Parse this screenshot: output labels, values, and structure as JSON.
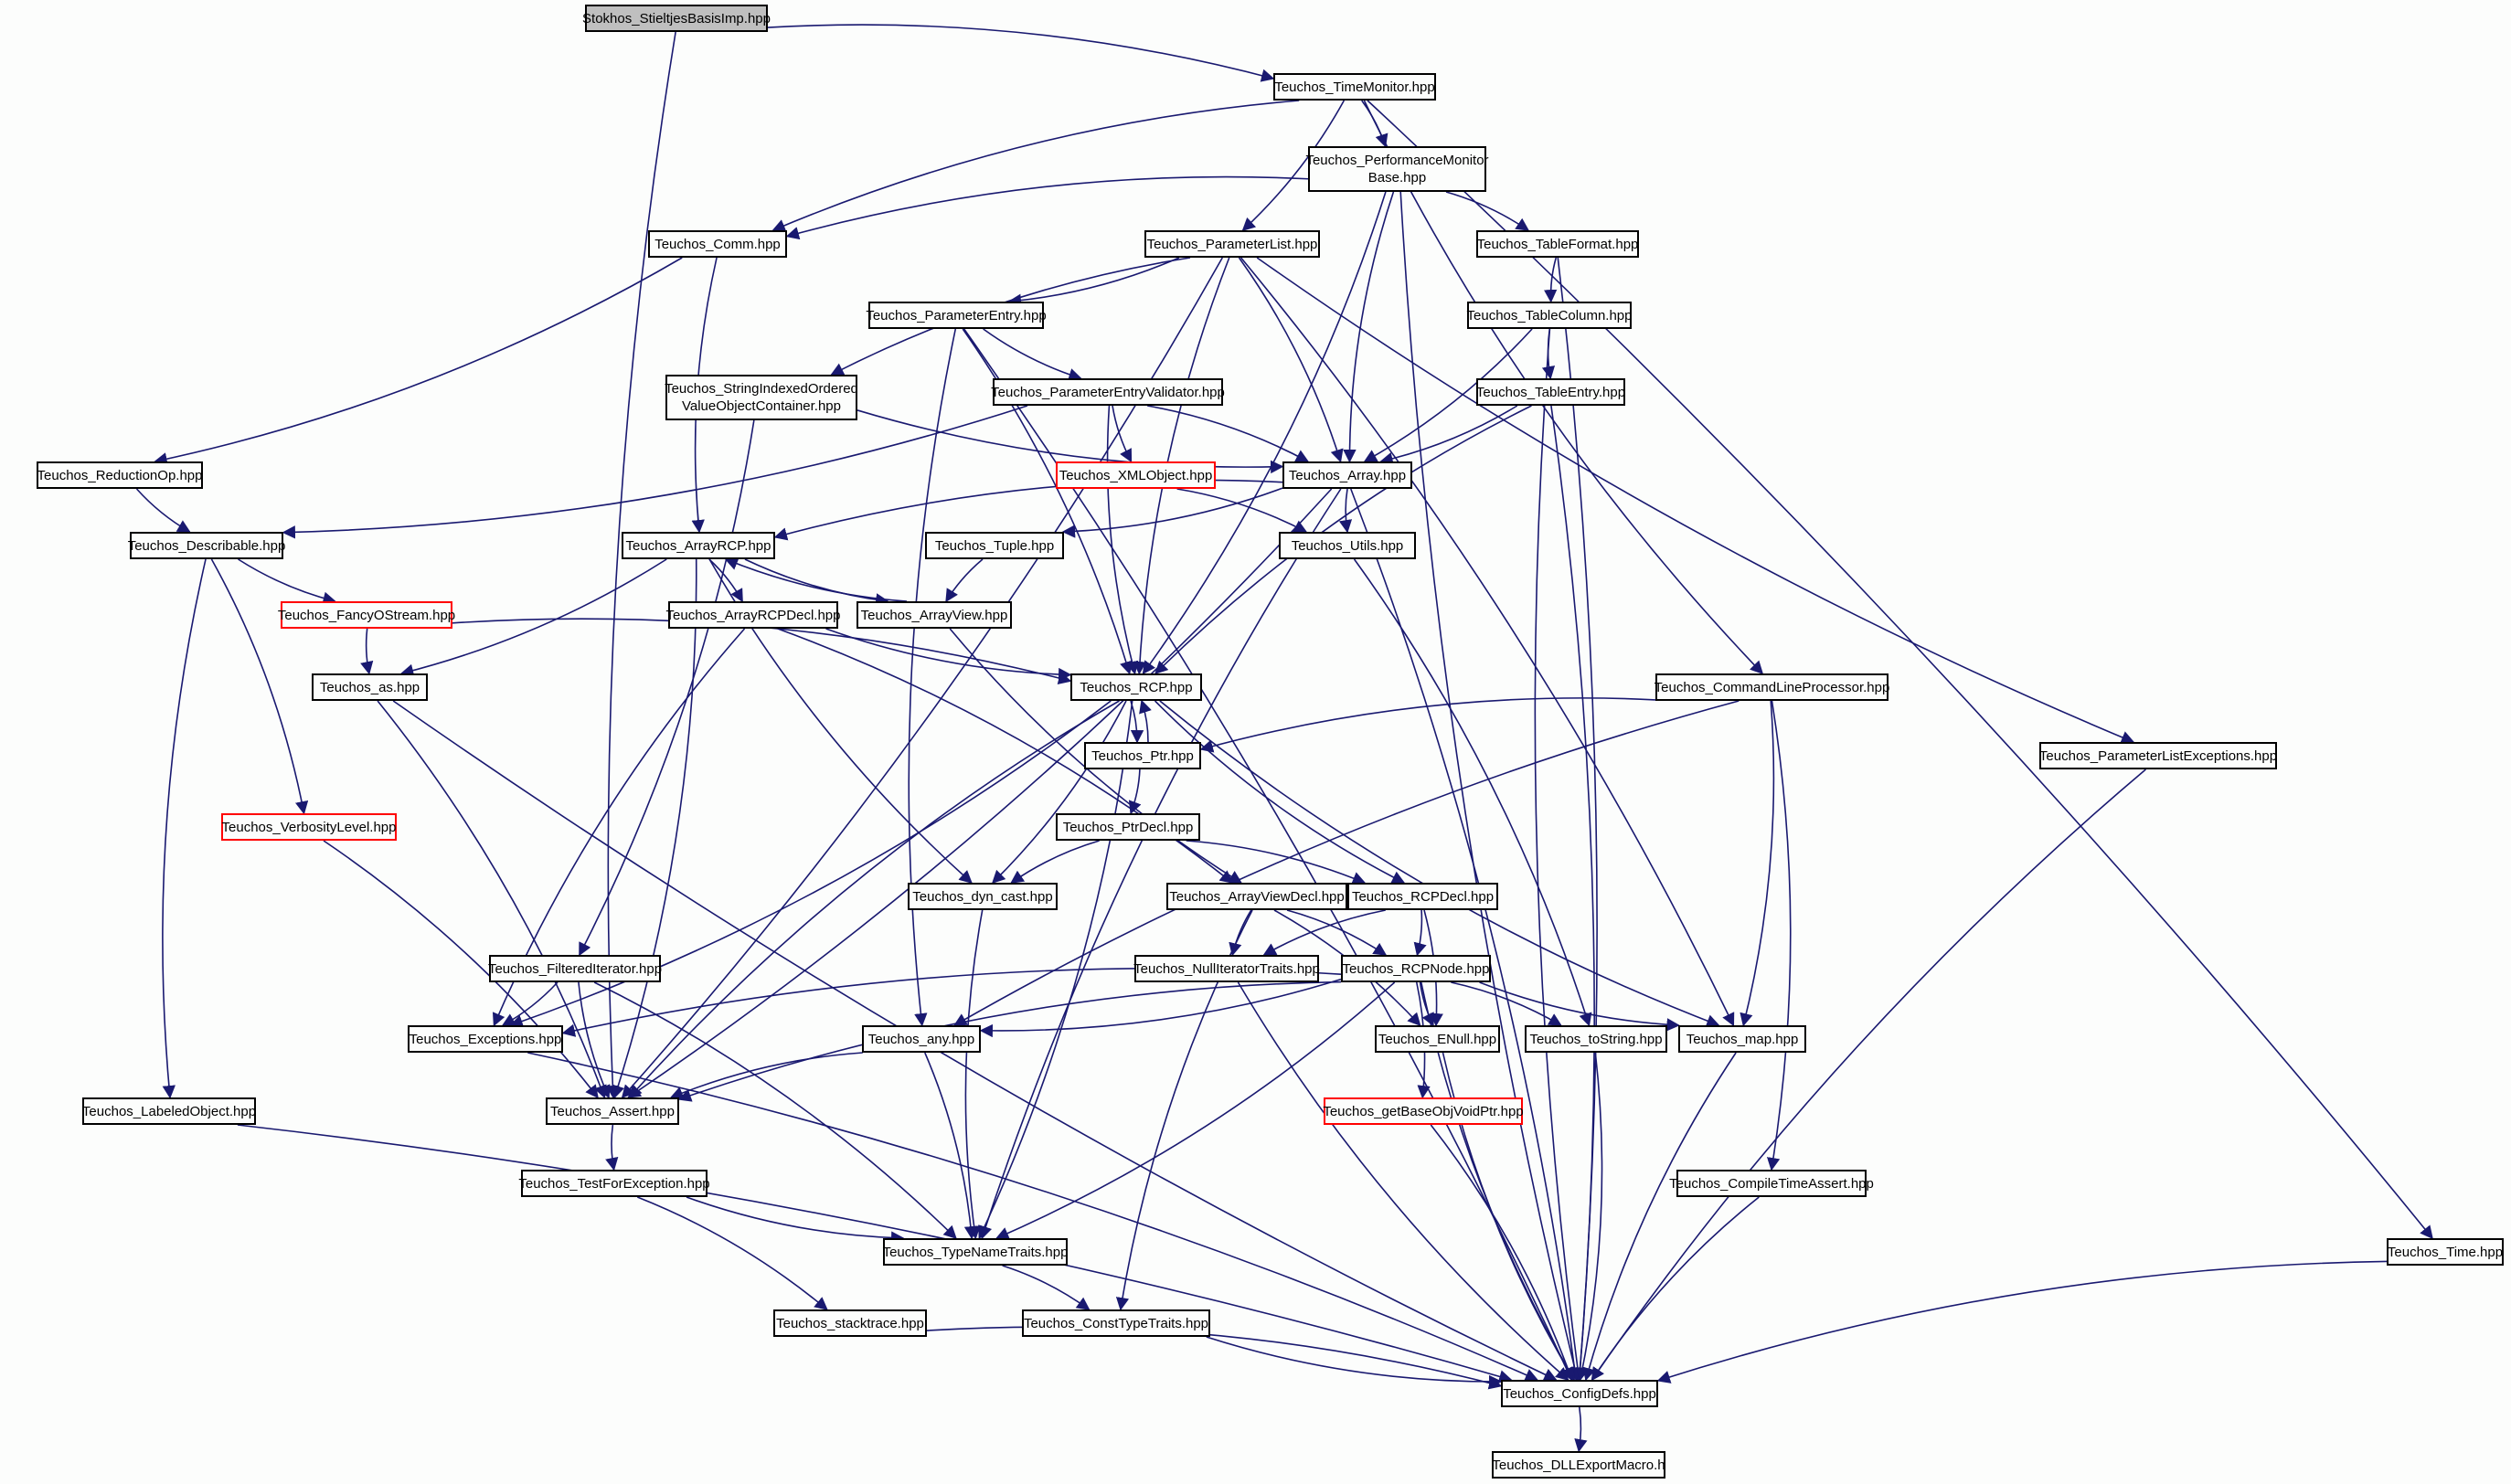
{
  "colors": {
    "edge": "#191970",
    "node_border": "#000000",
    "incomplete_border": "#ff0000",
    "root_fill": "#bfbfbf"
  },
  "nodes": {
    "root": {
      "lines": [
        "Stokhos_StieltjesBasisImp.hpp"
      ]
    },
    "timemonitor": {
      "lines": [
        "Teuchos_TimeMonitor.hpp"
      ]
    },
    "perfmon": {
      "lines": [
        "Teuchos_PerformanceMonitor",
        "Base.hpp"
      ]
    },
    "comm": {
      "lines": [
        "Teuchos_Comm.hpp"
      ]
    },
    "paramlist": {
      "lines": [
        "Teuchos_ParameterList.hpp"
      ]
    },
    "tableformat": {
      "lines": [
        "Teuchos_TableFormat.hpp"
      ]
    },
    "paramentry": {
      "lines": [
        "Teuchos_ParameterEntry.hpp"
      ]
    },
    "tablecolumn": {
      "lines": [
        "Teuchos_TableColumn.hpp"
      ]
    },
    "strindexed": {
      "lines": [
        "Teuchos_StringIndexedOrdered",
        "ValueObjectContainer.hpp"
      ]
    },
    "peval": {
      "lines": [
        "Teuchos_ParameterEntryValidator.hpp"
      ]
    },
    "tableentry": {
      "lines": [
        "Teuchos_TableEntry.hpp"
      ]
    },
    "reductionop": {
      "lines": [
        "Teuchos_ReductionOp.hpp"
      ]
    },
    "xmlobject": {
      "lines": [
        "Teuchos_XMLObject.hpp"
      ]
    },
    "array": {
      "lines": [
        "Teuchos_Array.hpp"
      ]
    },
    "describable": {
      "lines": [
        "Teuchos_Describable.hpp"
      ]
    },
    "arrayrcp": {
      "lines": [
        "Teuchos_ArrayRCP.hpp"
      ]
    },
    "tuple": {
      "lines": [
        "Teuchos_Tuple.hpp"
      ]
    },
    "utils": {
      "lines": [
        "Teuchos_Utils.hpp"
      ]
    },
    "fancyostream": {
      "lines": [
        "Teuchos_FancyOStream.hpp"
      ]
    },
    "arrayrcpdecl": {
      "lines": [
        "Teuchos_ArrayRCPDecl.hpp"
      ]
    },
    "arrayview": {
      "lines": [
        "Teuchos_ArrayView.hpp"
      ]
    },
    "as": {
      "lines": [
        "Teuchos_as.hpp"
      ]
    },
    "rcp": {
      "lines": [
        "Teuchos_RCP.hpp"
      ]
    },
    "clp": {
      "lines": [
        "Teuchos_CommandLineProcessor.hpp"
      ]
    },
    "ptr": {
      "lines": [
        "Teuchos_Ptr.hpp"
      ]
    },
    "plexceptions": {
      "lines": [
        "Teuchos_ParameterListExceptions.hpp"
      ]
    },
    "verbosity": {
      "lines": [
        "Teuchos_VerbosityLevel.hpp"
      ]
    },
    "ptrdecl": {
      "lines": [
        "Teuchos_PtrDecl.hpp"
      ]
    },
    "dyncast": {
      "lines": [
        "Teuchos_dyn_cast.hpp"
      ]
    },
    "arrayviewdecl": {
      "lines": [
        "Teuchos_ArrayViewDecl.hpp"
      ]
    },
    "rcpdecl": {
      "lines": [
        "Teuchos_RCPDecl.hpp"
      ]
    },
    "filtered": {
      "lines": [
        "Teuchos_FilteredIterator.hpp"
      ]
    },
    "nulliter": {
      "lines": [
        "Teuchos_NullIteratorTraits.hpp"
      ]
    },
    "rcpnode": {
      "lines": [
        "Teuchos_RCPNode.hpp"
      ]
    },
    "exceptions": {
      "lines": [
        "Teuchos_Exceptions.hpp"
      ]
    },
    "any": {
      "lines": [
        "Teuchos_any.hpp"
      ]
    },
    "enull": {
      "lines": [
        "Teuchos_ENull.hpp"
      ]
    },
    "tostring": {
      "lines": [
        "Teuchos_toString.hpp"
      ]
    },
    "map": {
      "lines": [
        "Teuchos_map.hpp"
      ]
    },
    "labeled": {
      "lines": [
        "Teuchos_LabeledObject.hpp"
      ]
    },
    "assert": {
      "lines": [
        "Teuchos_Assert.hpp"
      ]
    },
    "getbase": {
      "lines": [
        "Teuchos_getBaseObjVoidPtr.hpp"
      ]
    },
    "testforexc": {
      "lines": [
        "Teuchos_TestForException.hpp"
      ]
    },
    "compiletime": {
      "lines": [
        "Teuchos_CompileTimeAssert.hpp"
      ]
    },
    "typename": {
      "lines": [
        "Teuchos_TypeNameTraits.hpp"
      ]
    },
    "time": {
      "lines": [
        "Teuchos_Time.hpp"
      ]
    },
    "stacktrace": {
      "lines": [
        "Teuchos_stacktrace.hpp"
      ]
    },
    "consttype": {
      "lines": [
        "Teuchos_ConstTypeTraits.hpp"
      ]
    },
    "configdefs": {
      "lines": [
        "Teuchos_ConfigDefs.hpp"
      ]
    },
    "dllexport": {
      "lines": [
        "Teuchos_DLLExportMacro.h"
      ]
    }
  },
  "edges": [
    [
      "root",
      "timemonitor"
    ],
    [
      "root",
      "assert"
    ],
    [
      "timemonitor",
      "perfmon"
    ],
    [
      "timemonitor",
      "comm"
    ],
    [
      "timemonitor",
      "paramlist"
    ],
    [
      "timemonitor",
      "clp"
    ],
    [
      "timemonitor",
      "time"
    ],
    [
      "perfmon",
      "comm"
    ],
    [
      "perfmon",
      "tableformat"
    ],
    [
      "perfmon",
      "array"
    ],
    [
      "perfmon",
      "rcp"
    ],
    [
      "perfmon",
      "configdefs"
    ],
    [
      "comm",
      "reductionop"
    ],
    [
      "comm",
      "arrayrcp"
    ],
    [
      "paramlist",
      "paramentry"
    ],
    [
      "paramlist",
      "strindexed"
    ],
    [
      "paramlist",
      "array"
    ],
    [
      "paramlist",
      "rcp"
    ],
    [
      "paramlist",
      "map"
    ],
    [
      "paramlist",
      "plexceptions"
    ],
    [
      "paramlist",
      "assert"
    ],
    [
      "tableformat",
      "tablecolumn"
    ],
    [
      "tableformat",
      "configdefs"
    ],
    [
      "tablecolumn",
      "tableentry"
    ],
    [
      "tablecolumn",
      "array"
    ],
    [
      "tablecolumn",
      "configdefs"
    ],
    [
      "tableentry",
      "array"
    ],
    [
      "tableentry",
      "rcp"
    ],
    [
      "tableentry",
      "configdefs"
    ],
    [
      "paramentry",
      "peval"
    ],
    [
      "paramentry",
      "rcp"
    ],
    [
      "paramentry",
      "any"
    ],
    [
      "paramentry",
      "configdefs"
    ],
    [
      "peval",
      "xmlobject"
    ],
    [
      "peval",
      "array"
    ],
    [
      "peval",
      "rcp"
    ],
    [
      "peval",
      "describable"
    ],
    [
      "strindexed",
      "array"
    ],
    [
      "strindexed",
      "filtered"
    ],
    [
      "reductionop",
      "describable"
    ],
    [
      "xmlobject",
      "utils"
    ],
    [
      "array",
      "arrayrcp"
    ],
    [
      "array",
      "tuple"
    ],
    [
      "array",
      "utils"
    ],
    [
      "array",
      "assert"
    ],
    [
      "array",
      "typename"
    ],
    [
      "array",
      "configdefs"
    ],
    [
      "describable",
      "fancyostream"
    ],
    [
      "describable",
      "verbosity"
    ],
    [
      "describable",
      "labeled"
    ],
    [
      "arrayrcp",
      "arrayrcpdecl"
    ],
    [
      "arrayrcp",
      "arrayview"
    ],
    [
      "arrayrcp",
      "as"
    ],
    [
      "arrayrcp",
      "dyncast"
    ],
    [
      "arrayrcp",
      "assert"
    ],
    [
      "tuple",
      "arrayview"
    ],
    [
      "utils",
      "tostring"
    ],
    [
      "fancyostream",
      "as"
    ],
    [
      "fancyostream",
      "rcp"
    ],
    [
      "arrayrcpdecl",
      "rcp"
    ],
    [
      "arrayrcpdecl",
      "arrayviewdecl"
    ],
    [
      "arrayrcpdecl",
      "exceptions"
    ],
    [
      "arrayview",
      "arrayrcp"
    ],
    [
      "arrayview",
      "arrayviewdecl"
    ],
    [
      "as",
      "assert"
    ],
    [
      "as",
      "configdefs"
    ],
    [
      "rcp",
      "ptr"
    ],
    [
      "rcp",
      "rcpdecl"
    ],
    [
      "rcp",
      "dyncast"
    ],
    [
      "rcp",
      "map"
    ],
    [
      "rcp",
      "exceptions"
    ],
    [
      "rcp",
      "assert"
    ],
    [
      "rcp",
      "typename"
    ],
    [
      "ptr",
      "rcp"
    ],
    [
      "ptr",
      "ptrdecl"
    ],
    [
      "ptrdecl",
      "dyncast"
    ],
    [
      "ptrdecl",
      "rcpdecl"
    ],
    [
      "clp",
      "ptr"
    ],
    [
      "clp",
      "map"
    ],
    [
      "clp",
      "any"
    ],
    [
      "clp",
      "compiletime"
    ],
    [
      "plexceptions",
      "configdefs"
    ],
    [
      "verbosity",
      "assert"
    ],
    [
      "dyncast",
      "typename"
    ],
    [
      "arrayviewdecl",
      "rcpnode"
    ],
    [
      "arrayviewdecl",
      "nulliter"
    ],
    [
      "arrayviewdecl",
      "enull"
    ],
    [
      "arrayviewdecl",
      "consttype"
    ],
    [
      "rcpdecl",
      "rcpnode"
    ],
    [
      "rcpdecl",
      "nulliter"
    ],
    [
      "rcpdecl",
      "enull"
    ],
    [
      "rcpnode",
      "exceptions"
    ],
    [
      "rcpnode",
      "any"
    ],
    [
      "rcpnode",
      "enull"
    ],
    [
      "rcpnode",
      "tostring"
    ],
    [
      "rcpnode",
      "map"
    ],
    [
      "rcpnode",
      "getbase"
    ],
    [
      "rcpnode",
      "assert"
    ],
    [
      "rcpnode",
      "typename"
    ],
    [
      "rcpnode",
      "configdefs"
    ],
    [
      "filtered",
      "exceptions"
    ],
    [
      "filtered",
      "assert"
    ],
    [
      "filtered",
      "typename"
    ],
    [
      "nulliter",
      "configdefs"
    ],
    [
      "exceptions",
      "configdefs"
    ],
    [
      "any",
      "assert"
    ],
    [
      "any",
      "typename"
    ],
    [
      "enull",
      "configdefs"
    ],
    [
      "tostring",
      "configdefs"
    ],
    [
      "map",
      "configdefs"
    ],
    [
      "labeled",
      "configdefs"
    ],
    [
      "assert",
      "testforexc"
    ],
    [
      "getbase",
      "configdefs"
    ],
    [
      "testforexc",
      "typename"
    ],
    [
      "testforexc",
      "stacktrace"
    ],
    [
      "compiletime",
      "configdefs"
    ],
    [
      "typename",
      "consttype"
    ],
    [
      "time",
      "configdefs"
    ],
    [
      "stacktrace",
      "configdefs"
    ],
    [
      "consttype",
      "configdefs"
    ],
    [
      "configdefs",
      "dllexport"
    ]
  ]
}
